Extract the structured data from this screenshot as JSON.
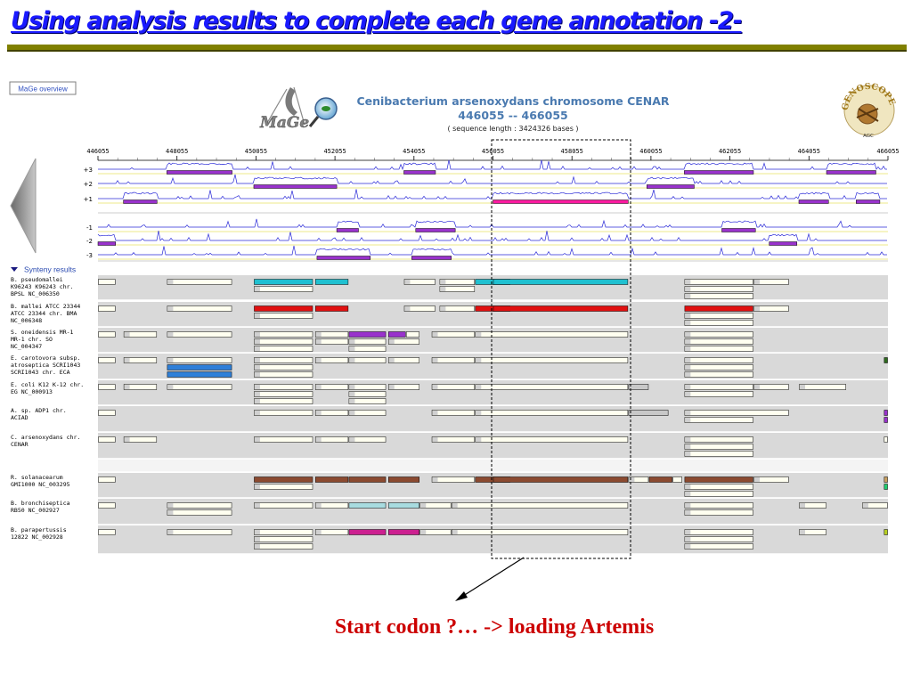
{
  "slide": {
    "title": "Using analysis results to complete each gene annotation -2-",
    "caption": "Start codon ?… -> loading Artemis"
  },
  "mage": {
    "overview_button": "MaGe overview",
    "logo_text": "MaGe",
    "org_title": "Cenibacterium arsenoxydans chromosome CENAR",
    "range": "446055 -- 466055",
    "seq_length": "( sequence length : 3424326 bases )",
    "genoscope_logo_text": "GENOSCOPE",
    "genoscope_sub": "AGC"
  },
  "ruler": {
    "start": 446055,
    "end": 466055,
    "ticks": [
      "446055",
      "448055",
      "450055",
      "452055",
      "454055",
      "456055",
      "458055",
      "460055",
      "462055",
      "464055",
      "466055"
    ]
  },
  "frames": {
    "labels": [
      "+3",
      "+2",
      "+1",
      "-1",
      "-2",
      "-3"
    ],
    "genes": [
      [
        [
          447800,
          449450,
          "#9932cc"
        ],
        [
          453800,
          454600,
          "#9932cc"
        ],
        [
          460900,
          462650,
          "#9932cc"
        ],
        [
          464500,
          465750,
          "#9932cc"
        ]
      ],
      [
        [
          450000,
          452100,
          "#9932cc"
        ],
        [
          459950,
          461150,
          "#9932cc"
        ]
      ],
      [
        [
          446700,
          447550,
          "#9932cc"
        ],
        [
          456055,
          459480,
          "#ff1aa0"
        ],
        [
          463800,
          464550,
          "#9932cc"
        ],
        [
          465250,
          465850,
          "#9932cc"
        ]
      ],
      [
        [
          452100,
          452650,
          "#9932cc"
        ],
        [
          454100,
          455100,
          "#9932cc"
        ],
        [
          461850,
          462700,
          "#9932cc"
        ]
      ],
      [
        [
          446055,
          446500,
          "#9932cc"
        ],
        [
          463050,
          463750,
          "#9932cc"
        ]
      ],
      [
        [
          451600,
          452950,
          "#9932cc"
        ],
        [
          454000,
          455000,
          "#9932cc"
        ]
      ]
    ]
  },
  "synteny": {
    "header": "Synteny results",
    "rows": [
      {
        "label": [
          "B. pseudomallei",
          "K96243 K96243 chr.",
          "BPSL NC_006350"
        ],
        "color": "#20c0d0",
        "bars": [
          [
            [
              446055,
              446500,
              "w"
            ],
            [
              447800,
              449450,
              "w"
            ],
            [
              450000,
              451500,
              "c"
            ],
            [
              451550,
              452400,
              "c"
            ],
            [
              453800,
              454600,
              "w"
            ],
            [
              454700,
              455600,
              "w"
            ],
            [
              455600,
              456500,
              "c"
            ],
            [
              456055,
              459480,
              "c"
            ],
            [
              460900,
              462650,
              "w"
            ],
            [
              462650,
              463550,
              "w"
            ]
          ],
          [
            [
              450000,
              451500,
              "w"
            ],
            [
              454700,
              455600,
              "w"
            ],
            [
              460900,
              462650,
              "w"
            ]
          ],
          [
            [
              460900,
              462650,
              "w"
            ]
          ]
        ]
      },
      {
        "label": [
          "B. mallei ATCC 23344",
          "ATCC 23344 chr. BMA",
          "NC_006348"
        ],
        "color": "#e01010",
        "bars": [
          [
            [
              446055,
              446500,
              "w"
            ],
            [
              447800,
              449450,
              "w"
            ],
            [
              450000,
              451500,
              "c"
            ],
            [
              451550,
              452400,
              "c"
            ],
            [
              453800,
              454600,
              "w"
            ],
            [
              454700,
              455600,
              "w"
            ],
            [
              455600,
              456500,
              "c"
            ],
            [
              456055,
              459480,
              "c"
            ],
            [
              460900,
              462650,
              "c"
            ],
            [
              462650,
              463550,
              "w"
            ]
          ],
          [
            [
              450000,
              451500,
              "w"
            ],
            [
              460900,
              462650,
              "w"
            ]
          ],
          [
            [
              460900,
              462650,
              "w"
            ]
          ]
        ]
      },
      {
        "label": [
          "S. oneidensis MR-1",
          "MR-1 chr. SO",
          "NC_004347"
        ],
        "color": "#9932cc",
        "bars": [
          [
            [
              446055,
              446500,
              "w"
            ],
            [
              446700,
              447550,
              "w"
            ],
            [
              447800,
              449450,
              "w"
            ],
            [
              450000,
              451500,
              "w"
            ],
            [
              451550,
              452400,
              "w"
            ],
            [
              452400,
              453350,
              "c"
            ],
            [
              453400,
              453850,
              "c"
            ],
            [
              453850,
              454200,
              "w"
            ],
            [
              454500,
              455600,
              "w"
            ],
            [
              455600,
              459480,
              "w"
            ],
            [
              460900,
              462650,
              "w"
            ]
          ],
          [
            [
              450000,
              451500,
              "w"
            ],
            [
              451550,
              452400,
              "w"
            ],
            [
              452400,
              453350,
              "w"
            ],
            [
              453400,
              454200,
              "w"
            ],
            [
              460900,
              462650,
              "w"
            ]
          ],
          [
            [
              450000,
              451500,
              "w"
            ],
            [
              452400,
              453350,
              "w"
            ],
            [
              460900,
              462650,
              "w"
            ]
          ]
        ]
      },
      {
        "label": [
          "E. carotovora subsp.",
          "atroseptica SCRI1043",
          "SCRI1043 chr. ECA"
        ],
        "color": "#2f80d8",
        "bars": [
          [
            [
              446055,
              446500,
              "w"
            ],
            [
              446700,
              447550,
              "w"
            ],
            [
              447800,
              449450,
              "w"
            ],
            [
              450000,
              451500,
              "w"
            ],
            [
              451550,
              452400,
              "w"
            ],
            [
              452400,
              453350,
              "w"
            ],
            [
              453400,
              454200,
              "w"
            ],
            [
              454500,
              455600,
              "w"
            ],
            [
              455600,
              459480,
              "w"
            ],
            [
              460900,
              462650,
              "w"
            ],
            [
              465950,
              466055,
              "g"
            ]
          ],
          [
            [
              447800,
              449450,
              "c"
            ],
            [
              450000,
              451500,
              "w"
            ],
            [
              460900,
              462650,
              "w"
            ]
          ],
          [
            [
              447800,
              449450,
              "c"
            ],
            [
              450000,
              451500,
              "w"
            ],
            [
              460900,
              462650,
              "w"
            ]
          ]
        ]
      },
      {
        "label": [
          "E. coli K12 K-12 chr.",
          "EG NC_000913"
        ],
        "color": "#ffffff",
        "bars": [
          [
            [
              446055,
              446500,
              "w"
            ],
            [
              446700,
              447550,
              "w"
            ],
            [
              447800,
              449450,
              "w"
            ],
            [
              450000,
              451500,
              "w"
            ],
            [
              451550,
              452400,
              "w"
            ],
            [
              452400,
              453350,
              "w"
            ],
            [
              453400,
              454200,
              "w"
            ],
            [
              454500,
              455600,
              "w"
            ],
            [
              455600,
              459480,
              "w"
            ],
            [
              459480,
              460000,
              "x"
            ],
            [
              460900,
              462650,
              "w"
            ],
            [
              462650,
              463550,
              "w"
            ],
            [
              463800,
              465000,
              "w"
            ]
          ],
          [
            [
              450000,
              451500,
              "w"
            ],
            [
              452400,
              453350,
              "w"
            ],
            [
              460900,
              462650,
              "w"
            ]
          ],
          [
            [
              450000,
              451500,
              "w"
            ],
            [
              452400,
              453350,
              "w"
            ]
          ]
        ]
      },
      {
        "label": [
          "A. sp. ADP1 chr.",
          "ACIAD"
        ],
        "color": "#9932cc",
        "bars": [
          [
            [
              446055,
              446500,
              "w"
            ],
            [
              450000,
              451500,
              "w"
            ],
            [
              451550,
              452400,
              "w"
            ],
            [
              452400,
              453350,
              "w"
            ],
            [
              454500,
              455600,
              "w"
            ],
            [
              455600,
              459480,
              "w"
            ],
            [
              459480,
              460500,
              "x"
            ],
            [
              460900,
              463550,
              "w"
            ],
            [
              465950,
              466055,
              "c"
            ]
          ],
          [
            [
              460900,
              462650,
              "w"
            ],
            [
              465950,
              466055,
              "c"
            ]
          ]
        ]
      },
      {
        "label": [
          "C. arsenoxydans chr.",
          "CENAR"
        ],
        "color": "#ffffff",
        "bars": [
          [
            [
              446055,
              446500,
              "w"
            ],
            [
              446700,
              447550,
              "w"
            ],
            [
              450000,
              451500,
              "w"
            ],
            [
              451550,
              452400,
              "w"
            ],
            [
              452400,
              453350,
              "w"
            ],
            [
              454500,
              455600,
              "w"
            ],
            [
              455600,
              459480,
              "w"
            ],
            [
              460900,
              462650,
              "w"
            ],
            [
              465950,
              466055,
              "w"
            ]
          ],
          [
            [
              460900,
              462650,
              "w"
            ]
          ],
          [
            [
              460900,
              462650,
              "w"
            ]
          ]
        ]
      },
      {
        "label": [],
        "color": "#ffffff",
        "bars": []
      },
      {
        "label": [
          "R. solanacearum",
          "GMI1000 NC_003295"
        ],
        "color": "#8b4a30",
        "bars": [
          [
            [
              446055,
              446500,
              "w"
            ],
            [
              450000,
              451500,
              "c"
            ],
            [
              451550,
              452400,
              "c"
            ],
            [
              452400,
              453350,
              "c"
            ],
            [
              453400,
              454200,
              "c"
            ],
            [
              454500,
              455600,
              "w"
            ],
            [
              455600,
              456500,
              "c"
            ],
            [
              456055,
              459480,
              "c"
            ],
            [
              459480,
              460000,
              "w"
            ],
            [
              460000,
              460600,
              "c"
            ],
            [
              460600,
              460850,
              "w"
            ],
            [
              460900,
              462650,
              "c"
            ],
            [
              462650,
              463550,
              "w"
            ],
            [
              465950,
              466055,
              "t"
            ]
          ],
          [
            [
              450000,
              451500,
              "w"
            ],
            [
              460900,
              462650,
              "w"
            ],
            [
              465950,
              466055,
              "m"
            ]
          ],
          [
            [
              460900,
              462650,
              "w"
            ]
          ]
        ]
      },
      {
        "label": [
          "B. bronchiseptica",
          "RB50 NC_002927"
        ],
        "color": "#a8dce0",
        "bars": [
          [
            [
              446055,
              446500,
              "w"
            ],
            [
              447800,
              449450,
              "w"
            ],
            [
              450000,
              451500,
              "w"
            ],
            [
              451550,
              452400,
              "w"
            ],
            [
              452400,
              453350,
              "c"
            ],
            [
              453400,
              454200,
              "c"
            ],
            [
              454200,
              455000,
              "w"
            ],
            [
              455000,
              459480,
              "w"
            ],
            [
              460900,
              462650,
              "w"
            ],
            [
              463800,
              464500,
              "w"
            ],
            [
              465400,
              466055,
              "w"
            ]
          ],
          [
            [
              447800,
              449450,
              "w"
            ],
            [
              460900,
              462650,
              "w"
            ]
          ]
        ]
      },
      {
        "label": [
          "B. parapertussis",
          "12822 NC_002928"
        ],
        "color": "#cc2090",
        "bars": [
          [
            [
              446055,
              446500,
              "w"
            ],
            [
              447800,
              449450,
              "w"
            ],
            [
              450000,
              451500,
              "w"
            ],
            [
              451550,
              452400,
              "w"
            ],
            [
              452400,
              453350,
              "c"
            ],
            [
              453400,
              454200,
              "c"
            ],
            [
              454200,
              455000,
              "w"
            ],
            [
              455000,
              459480,
              "w"
            ],
            [
              460900,
              462650,
              "w"
            ],
            [
              463800,
              464500,
              "w"
            ],
            [
              465950,
              466055,
              "y"
            ]
          ],
          [
            [
              450000,
              451500,
              "w"
            ],
            [
              460900,
              462650,
              "w"
            ]
          ],
          [
            [
              450000,
              451500,
              "w"
            ],
            [
              460900,
              462650,
              "w"
            ]
          ]
        ]
      }
    ]
  },
  "colors": {
    "title": "#1a1aff",
    "rule": "#808000",
    "frame_line": "#2b2bd8",
    "gene_purple": "#9932cc",
    "highlight_pink": "#ff1aa0",
    "caption": "#cc0000",
    "synteny_bg": "#d9d9d9"
  },
  "icons": {
    "left_nav": "left-arrow-icon",
    "mage_logo": "mage-logo-icon",
    "genoscope_logo": "genoscope-logo-icon",
    "synteny_toggle": "triangle-down-icon"
  }
}
